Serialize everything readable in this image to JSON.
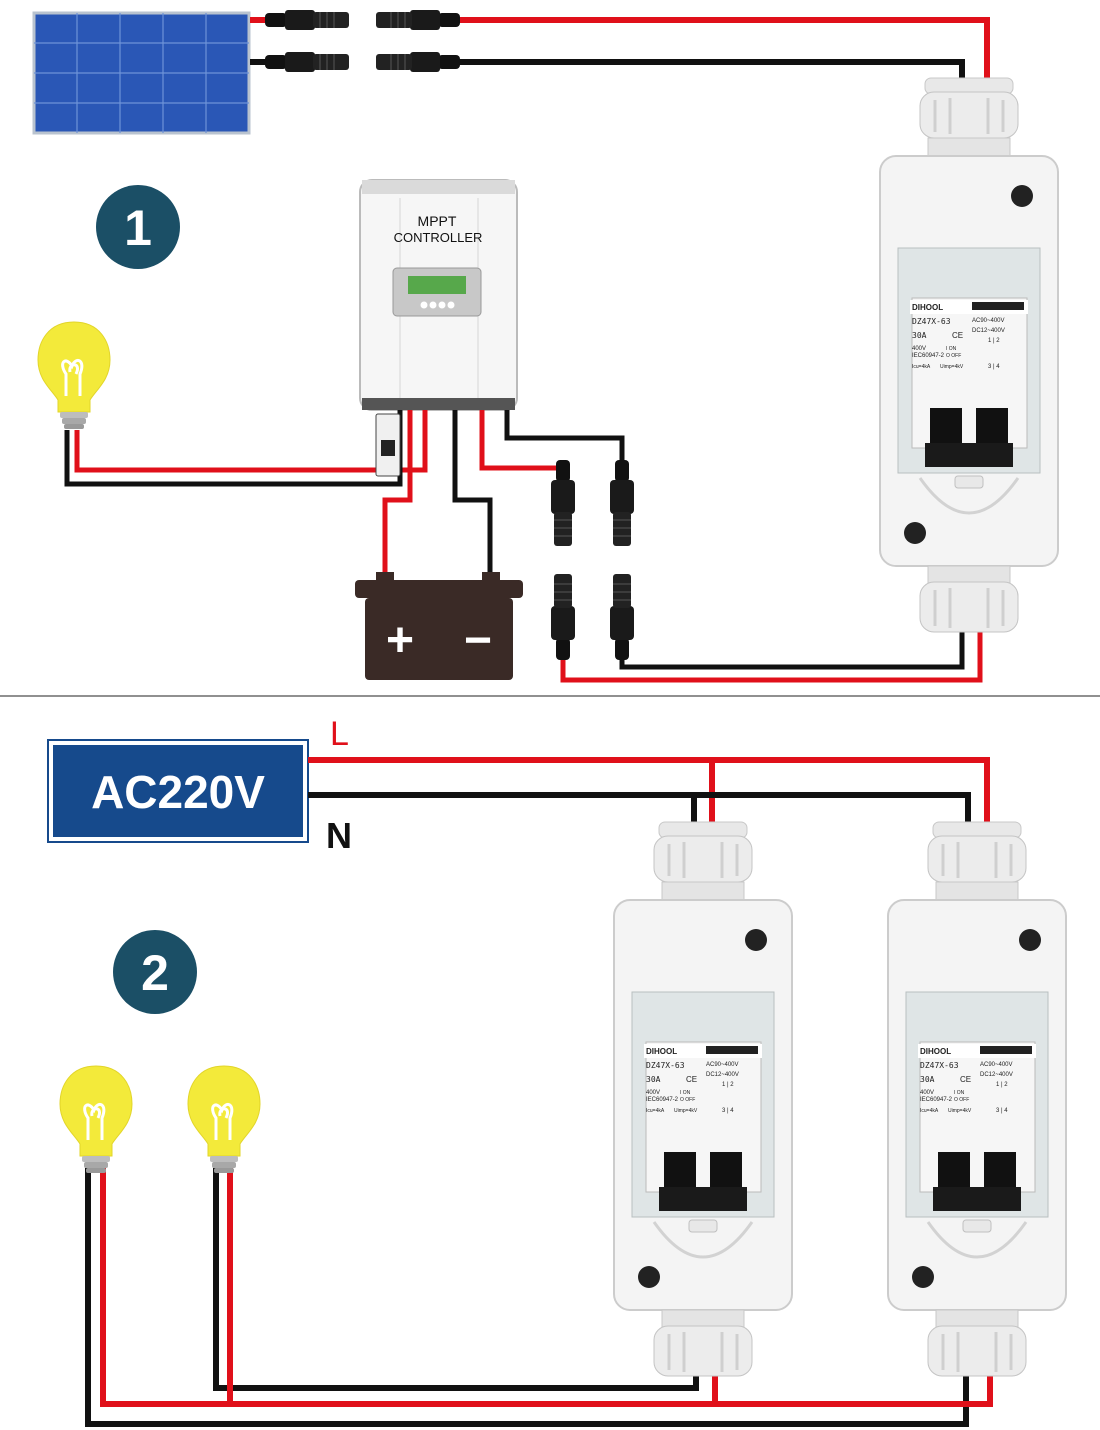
{
  "colors": {
    "wire_positive": "#e0101a",
    "wire_negative": "#111111",
    "badge": "#1b4f66",
    "ac_box": "#164a8c",
    "bulb": "#f3ea3a",
    "enclosure": "#f2f2f2"
  },
  "section1": {
    "badge": "1",
    "controller": {
      "line1": "MPPT",
      "line2": "CONTROLLER"
    },
    "battery": {
      "plus": "+",
      "minus": "−"
    }
  },
  "section2": {
    "badge": "2",
    "source": {
      "label": "AC220V",
      "line_label": "L",
      "neutral_label": "N"
    }
  },
  "breaker": {
    "brand": "DIHOOL",
    "model": "DZ47X-63",
    "rating": "30A",
    "ce": "CE",
    "ac_range": "AC90~400V",
    "dc_range": "DC12~400V",
    "spec1": "400V",
    "spec2": "IEC60947-2",
    "icu": "Icu=4kA",
    "uimp": "Uimp=4kV",
    "on": "I ON",
    "off": "O OFF",
    "terminals_top": "1 | 2",
    "terminals_bottom": "3 | 4"
  },
  "icons": [
    "solar-panel-icon",
    "mc4-connector-icon",
    "light-bulb-icon",
    "battery-icon",
    "mini-breaker-icon"
  ]
}
